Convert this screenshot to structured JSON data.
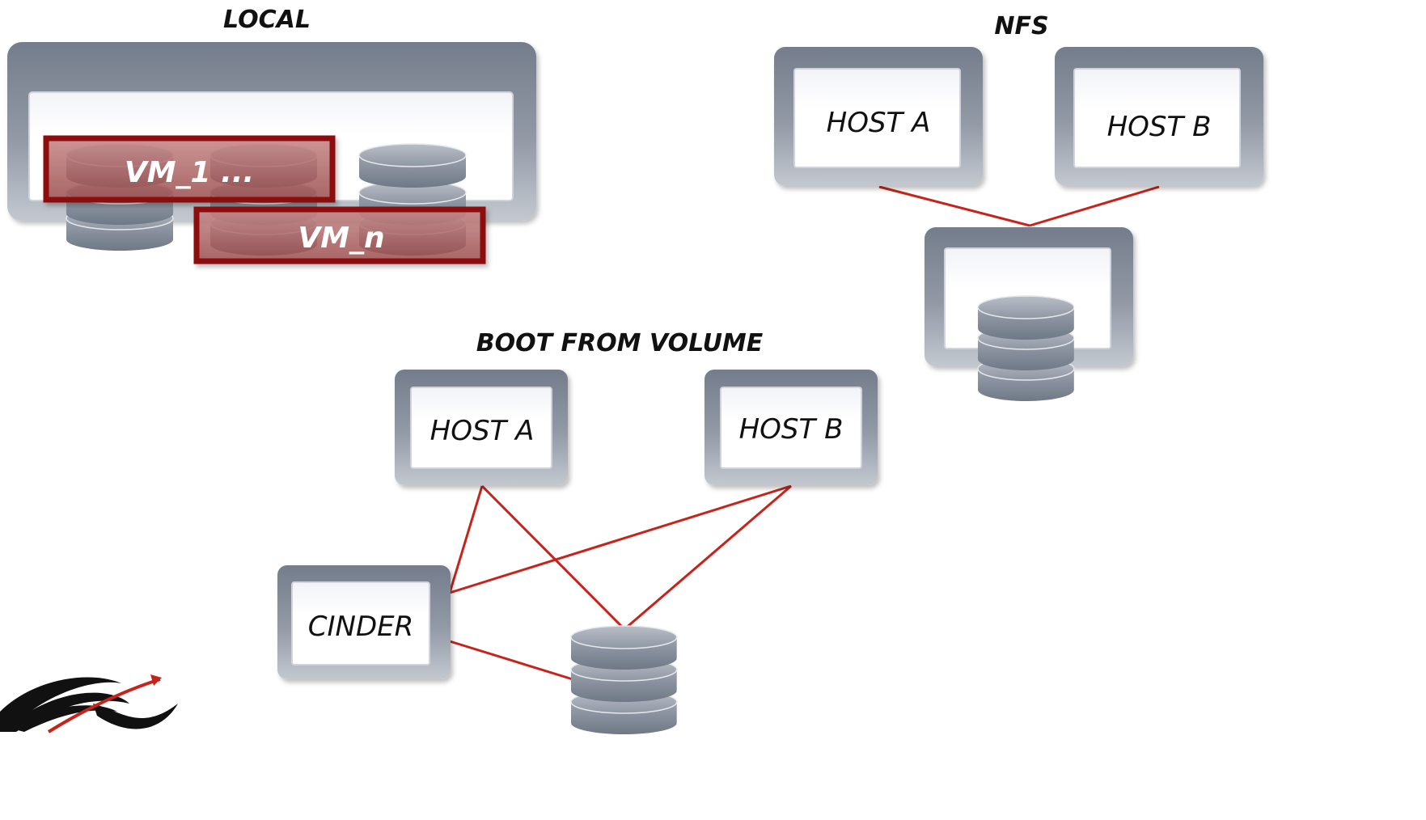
{
  "sections": {
    "local": {
      "title": "LOCAL",
      "vm_first": "VM_1 ...",
      "vm_last": "VM_n"
    },
    "nfs": {
      "title": "NFS",
      "host_a": "HOST A",
      "host_b": "HOST B"
    },
    "boot_from_volume": {
      "title": "BOOT FROM VOLUME",
      "host_a": "HOST A",
      "host_b": "HOST B",
      "cinder": "CINDER"
    }
  },
  "colors": {
    "frame_dark": "#78808f",
    "frame_light": "#b4bac4",
    "vm_red": "#8b0f0f",
    "connector_red": "#c8231b",
    "disk_dark": "#8d96a3",
    "disk_light": "#c7ccd4"
  },
  "icons": [
    "storage-disk-icon",
    "brand-logo-icon"
  ]
}
